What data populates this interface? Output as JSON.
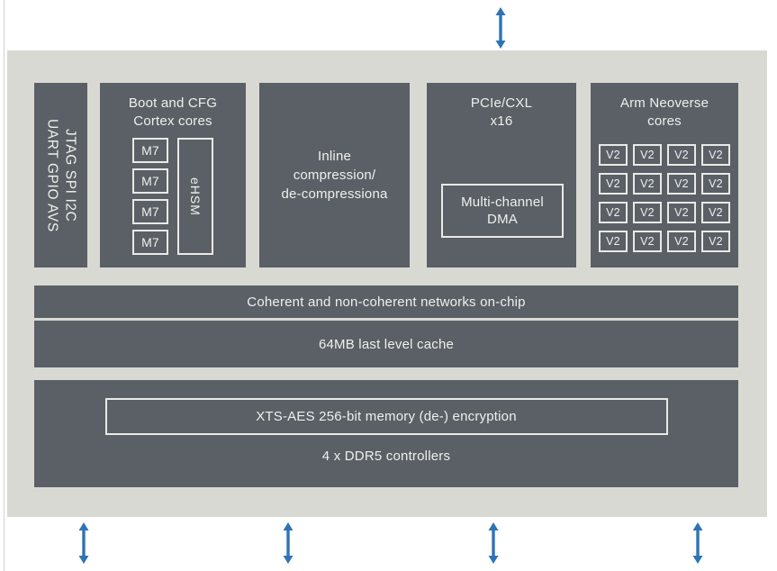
{
  "colors": {
    "background": "#ffffff",
    "chip_background": "#d9d9d3",
    "block_fill": "#5b6066",
    "block_text": "#eef0ee",
    "box_border": "#e9eae7",
    "arrow": "#2e74b5"
  },
  "blocks": {
    "io": {
      "label": "JTAG SPI I2C\nUART GPIO AVS"
    },
    "boot": {
      "title": "Boot and CFG\nCortex cores",
      "m7_cores": [
        "M7",
        "M7",
        "M7",
        "M7"
      ],
      "ehsm": "eHSM"
    },
    "compression": {
      "label": "Inline\ncompression/\nde-compressiona"
    },
    "pcie": {
      "title": "PCIe/CXL\nx16",
      "dma": "Multi-channel\nDMA"
    },
    "neoverse": {
      "title": "Arm Neoverse\ncores",
      "cores": [
        "V2",
        "V2",
        "V2",
        "V2",
        "V2",
        "V2",
        "V2",
        "V2",
        "V2",
        "V2",
        "V2",
        "V2",
        "V2",
        "V2",
        "V2",
        "V2"
      ]
    },
    "noc": {
      "label": "Coherent and non-coherent networks on-chip"
    },
    "cache": {
      "label": "64MB last level cache"
    },
    "memory": {
      "encryption": "XTS-AES 256-bit memory (de-) encryption",
      "ddr": "4 x DDR5 controllers"
    }
  },
  "icons": {
    "top_arrow": "double-arrow-vertical",
    "bottom_arrows": [
      "double-arrow-vertical",
      "double-arrow-vertical",
      "double-arrow-vertical",
      "double-arrow-vertical"
    ]
  }
}
